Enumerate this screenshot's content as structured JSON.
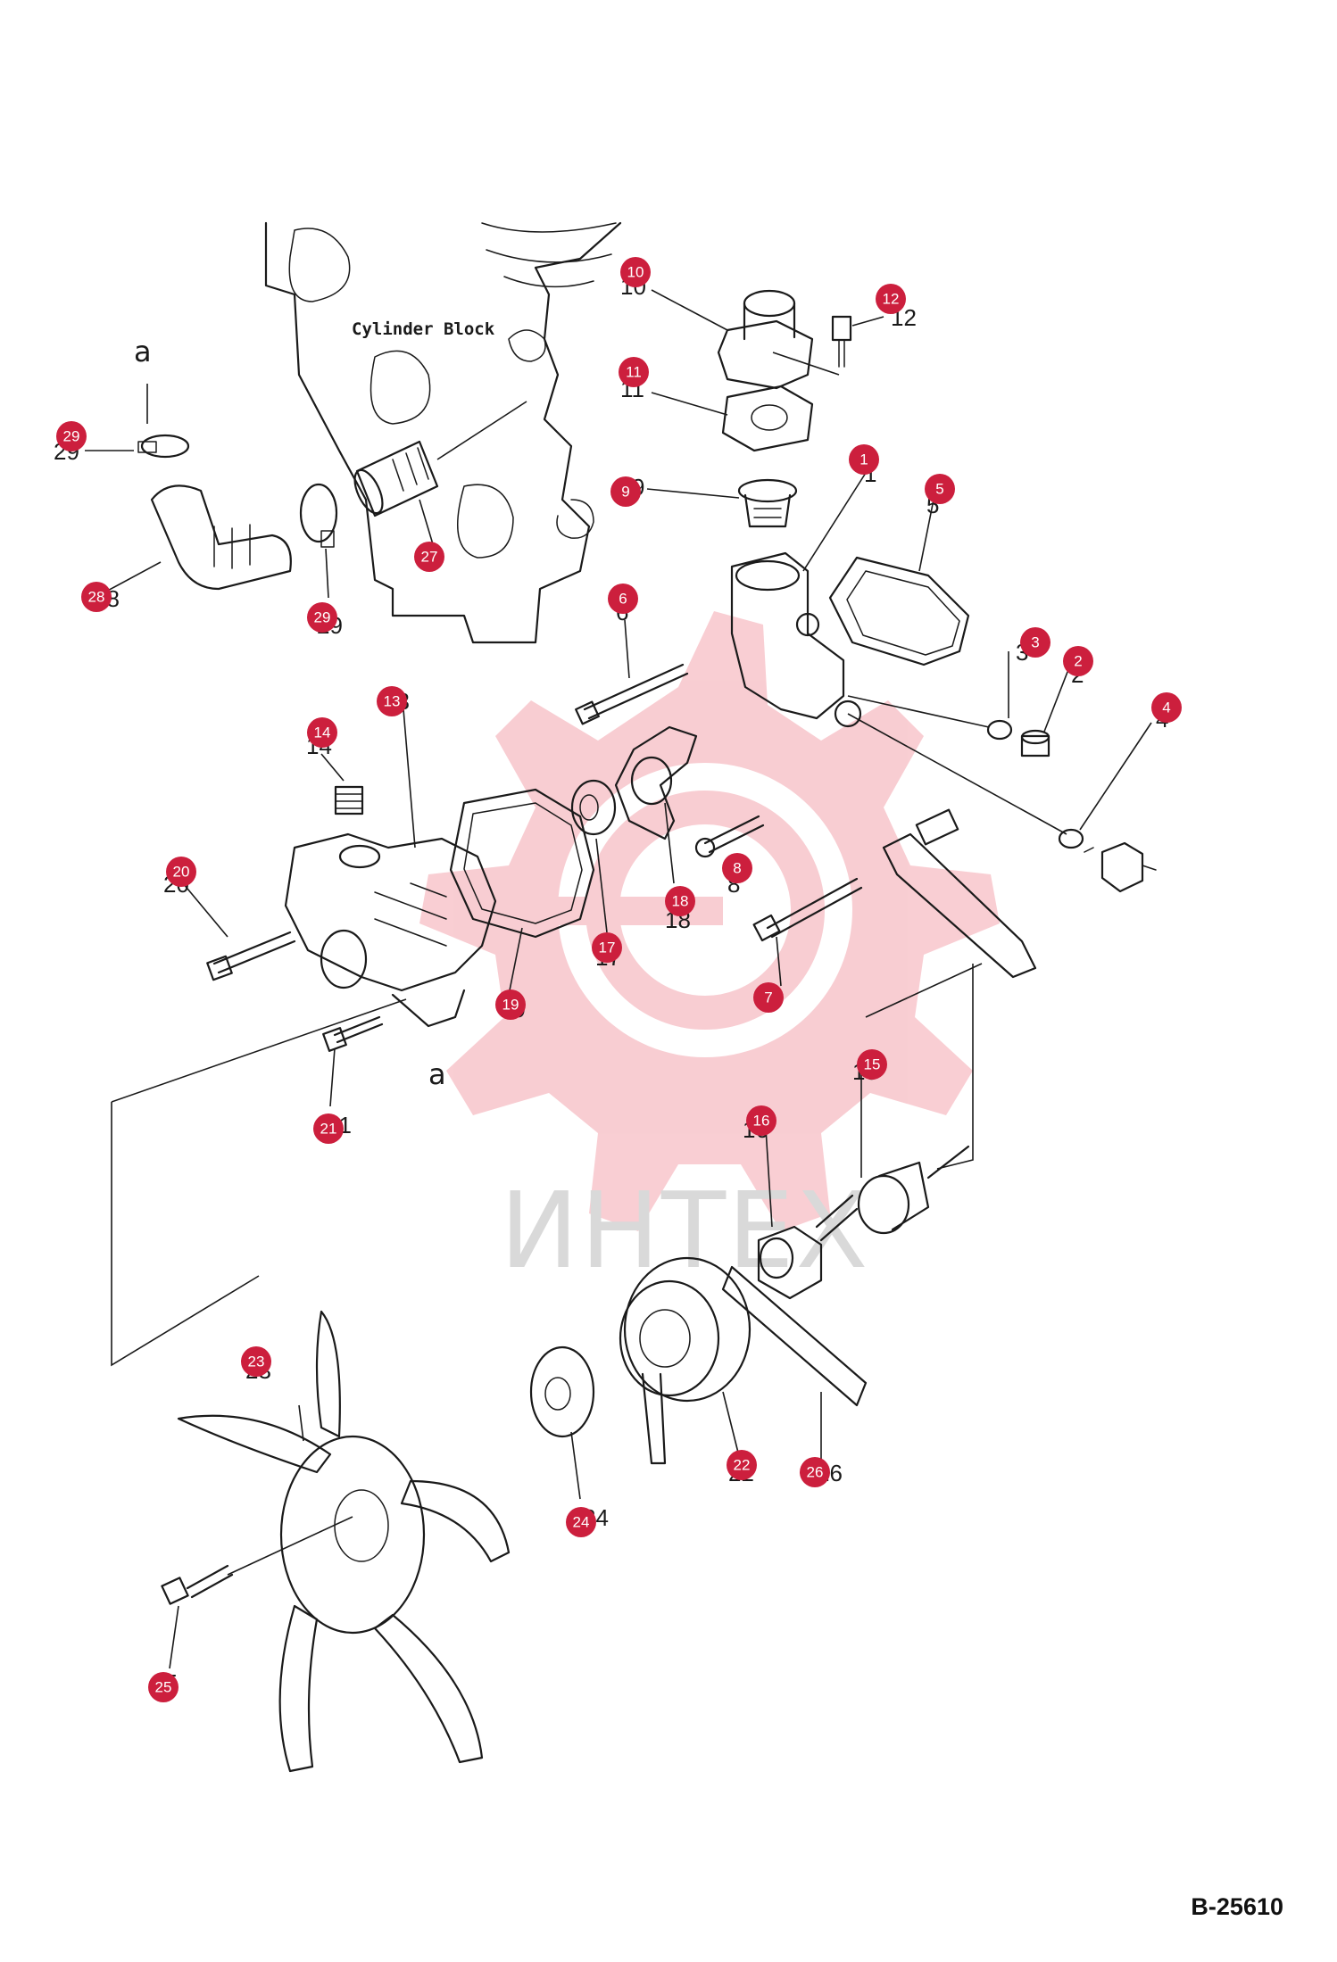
{
  "diagram": {
    "drawing_code": "B-25610",
    "caption": "Cylinder Block",
    "watermark_text": "ИНТЕХ",
    "markers": [
      "a",
      "a"
    ],
    "accent_color": "#cc1f3d",
    "callouts": [
      "1",
      "2",
      "3",
      "4",
      "5",
      "6",
      "7",
      "8",
      "9",
      "10",
      "11",
      "12",
      "13",
      "14",
      "15",
      "16",
      "17",
      "18",
      "19",
      "20",
      "21",
      "22",
      "23",
      "24",
      "25",
      "26",
      "27",
      "28",
      "29",
      "29"
    ],
    "printed_numbers": [
      "10",
      "12",
      "11",
      "1",
      "9",
      "5",
      "6",
      "3",
      "2",
      "4",
      "29",
      "28",
      "29",
      "13",
      "14",
      "20",
      "8",
      "18",
      "17",
      "19",
      "7",
      "21",
      "15",
      "16",
      "23",
      "22",
      "26",
      "24",
      "25"
    ]
  }
}
